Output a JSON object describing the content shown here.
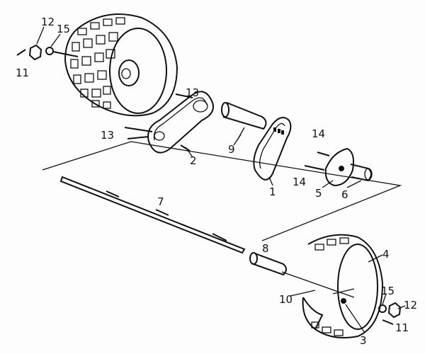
{
  "diagram": {
    "labels": {
      "nut_top": "12",
      "washer_top": "15",
      "pin_top": "11",
      "bolt_upper": "13",
      "bolt_lower": "13",
      "sprocket_guard": "2",
      "spacer_long": "9",
      "bolt_14_upper": "14",
      "bolt_14_lower": "14",
      "sprocket": "5",
      "hub": "6",
      "chain": "1",
      "axle": "7",
      "spacer_short": "8",
      "wheel_right": "4",
      "key": "10",
      "washer_bottom": "15",
      "nut_bottom": "12",
      "pin_bottom": "11",
      "bolt_3": "3"
    }
  }
}
